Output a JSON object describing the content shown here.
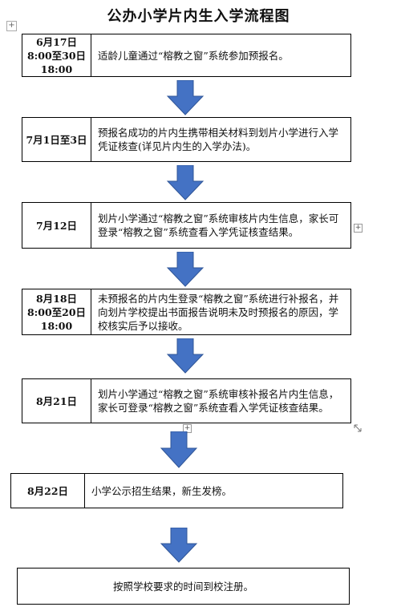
{
  "title": "公办小学片内生入学流程图",
  "steps": [
    {
      "date": "6月17日\n8:00至30日\n18:00",
      "text": "适龄儿童通过“榕教之窗”系统参加预报名。"
    },
    {
      "date": "7月1日至3日",
      "text": "预报名成功的片内生携带相关材料到划片小学进行入学凭证核查(详见片内生的入学办法)。"
    },
    {
      "date": "7月12日",
      "text": "划片小学通过“榕教之窗”系统审核片内生信息，家长可登录“榕教之窗”系统查看入学凭证核查结果。"
    },
    {
      "date": "8月18日\n8:00至20日\n18:00",
      "text": "未预报名的片内生登录“榕教之窗”系统进行补报名，并向划片学校提出书面报告说明未及时预报名的原因，学校核实后予以接收。"
    },
    {
      "date": "8月21日",
      "text": "划片小学通过“榕教之窗”系统审核补报名片内生信息，家长可登录“榕教之窗”系统查看入学凭证核查结果。"
    },
    {
      "date": "8月22日",
      "text": "小学公示招生结果，新生发榜。"
    }
  ],
  "final_step": {
    "text": "按照学校要求的时间到校注册。"
  },
  "arrow_color": "#4472c4",
  "icons": {
    "move": "move-handle-icon",
    "plus": "plus-icon",
    "resize": "resize-icon"
  }
}
